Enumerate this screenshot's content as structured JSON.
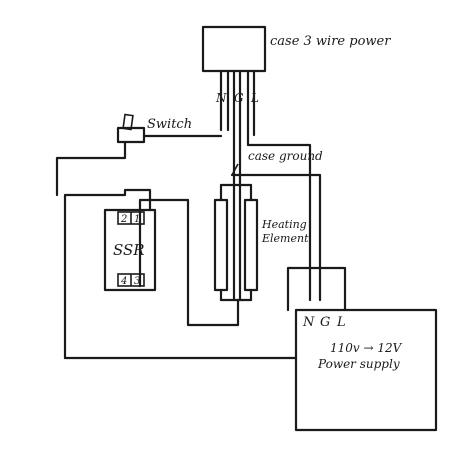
{
  "power_box": {
    "label": "case 3 wire power"
  },
  "power_leads": {
    "n": "N",
    "g": "G",
    "l": "L"
  },
  "switch": {
    "label": "Switch"
  },
  "case_ground": {
    "label": "case ground"
  },
  "ssr": {
    "label": "SSR",
    "terminals_top": [
      "2",
      "1"
    ],
    "terminals_bottom": [
      "4",
      "3"
    ]
  },
  "heating_element": {
    "label_line1": "Heating",
    "label_line2": "Element"
  },
  "supply_leads": {
    "n": "N",
    "g": "G",
    "l": "L"
  },
  "power_supply": {
    "label_line1": "110v → 12V",
    "label_line2": "Power supply"
  }
}
